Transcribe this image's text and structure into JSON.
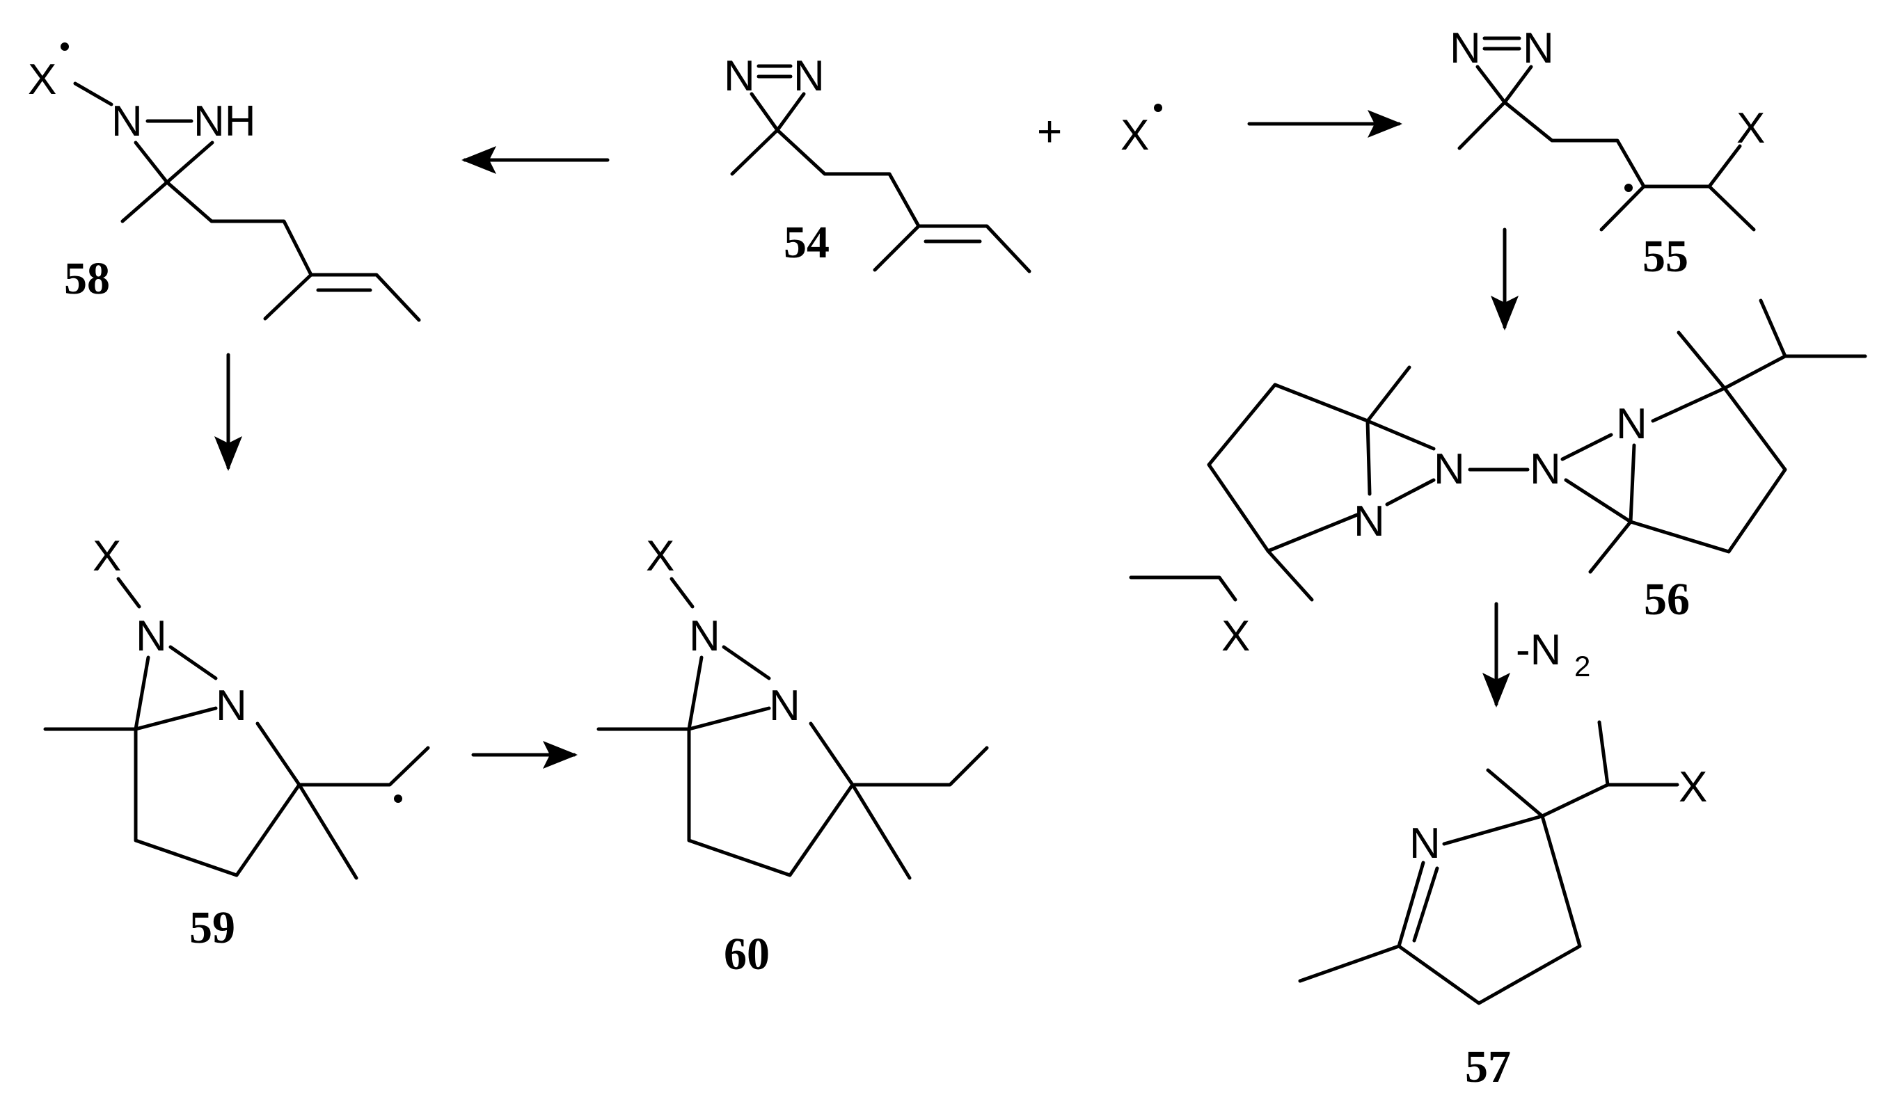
{
  "labels": {
    "n": "N",
    "nh": "NH",
    "x": "X",
    "plus": "+",
    "minus_n2": "-N",
    "sub2": "2"
  },
  "compounds": {
    "c54": "54",
    "c55": "55",
    "c56": "56",
    "c57": "57",
    "c58": "58",
    "c59": "59",
    "c60": "60"
  }
}
